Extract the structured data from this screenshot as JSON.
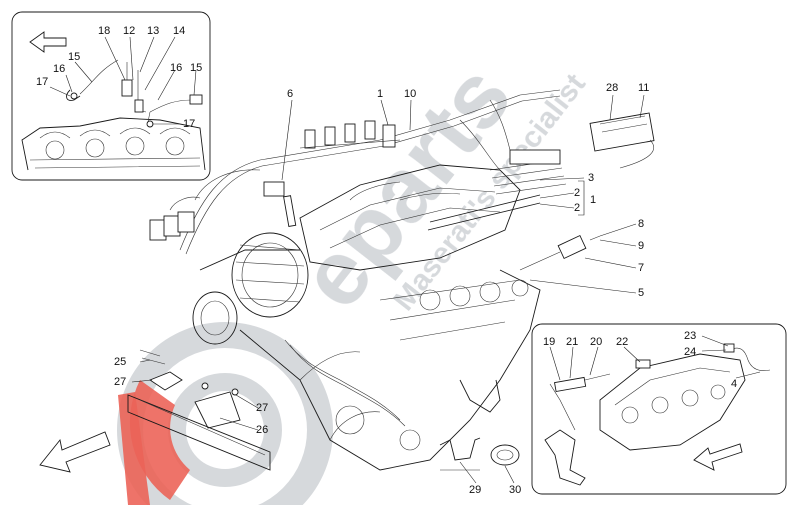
{
  "watermark": {
    "brand": "eparts",
    "tagline": "Maserati's specialist",
    "logo_color": "#e8473a",
    "gray_color": "#cfd2d6"
  },
  "callouts": {
    "c1": "1",
    "c2a": "2",
    "c2b": "2",
    "c1b": "1",
    "c3": "3",
    "c4": "4",
    "c5": "5",
    "c6": "6",
    "c7": "7",
    "c8": "8",
    "c9": "9",
    "c10": "10",
    "c11": "11",
    "c12": "12",
    "c13": "13",
    "c14": "14",
    "c15a": "15",
    "c15b": "15",
    "c16a": "16",
    "c16b": "16",
    "c17a": "17",
    "c17b": "17",
    "c18": "18",
    "c19": "19",
    "c20": "20",
    "c21": "21",
    "c22": "22",
    "c23": "23",
    "c24": "24",
    "c25": "25",
    "c26": "26",
    "c27a": "27",
    "c27b": "27",
    "c28": "28",
    "c29": "29",
    "c30": "30"
  }
}
